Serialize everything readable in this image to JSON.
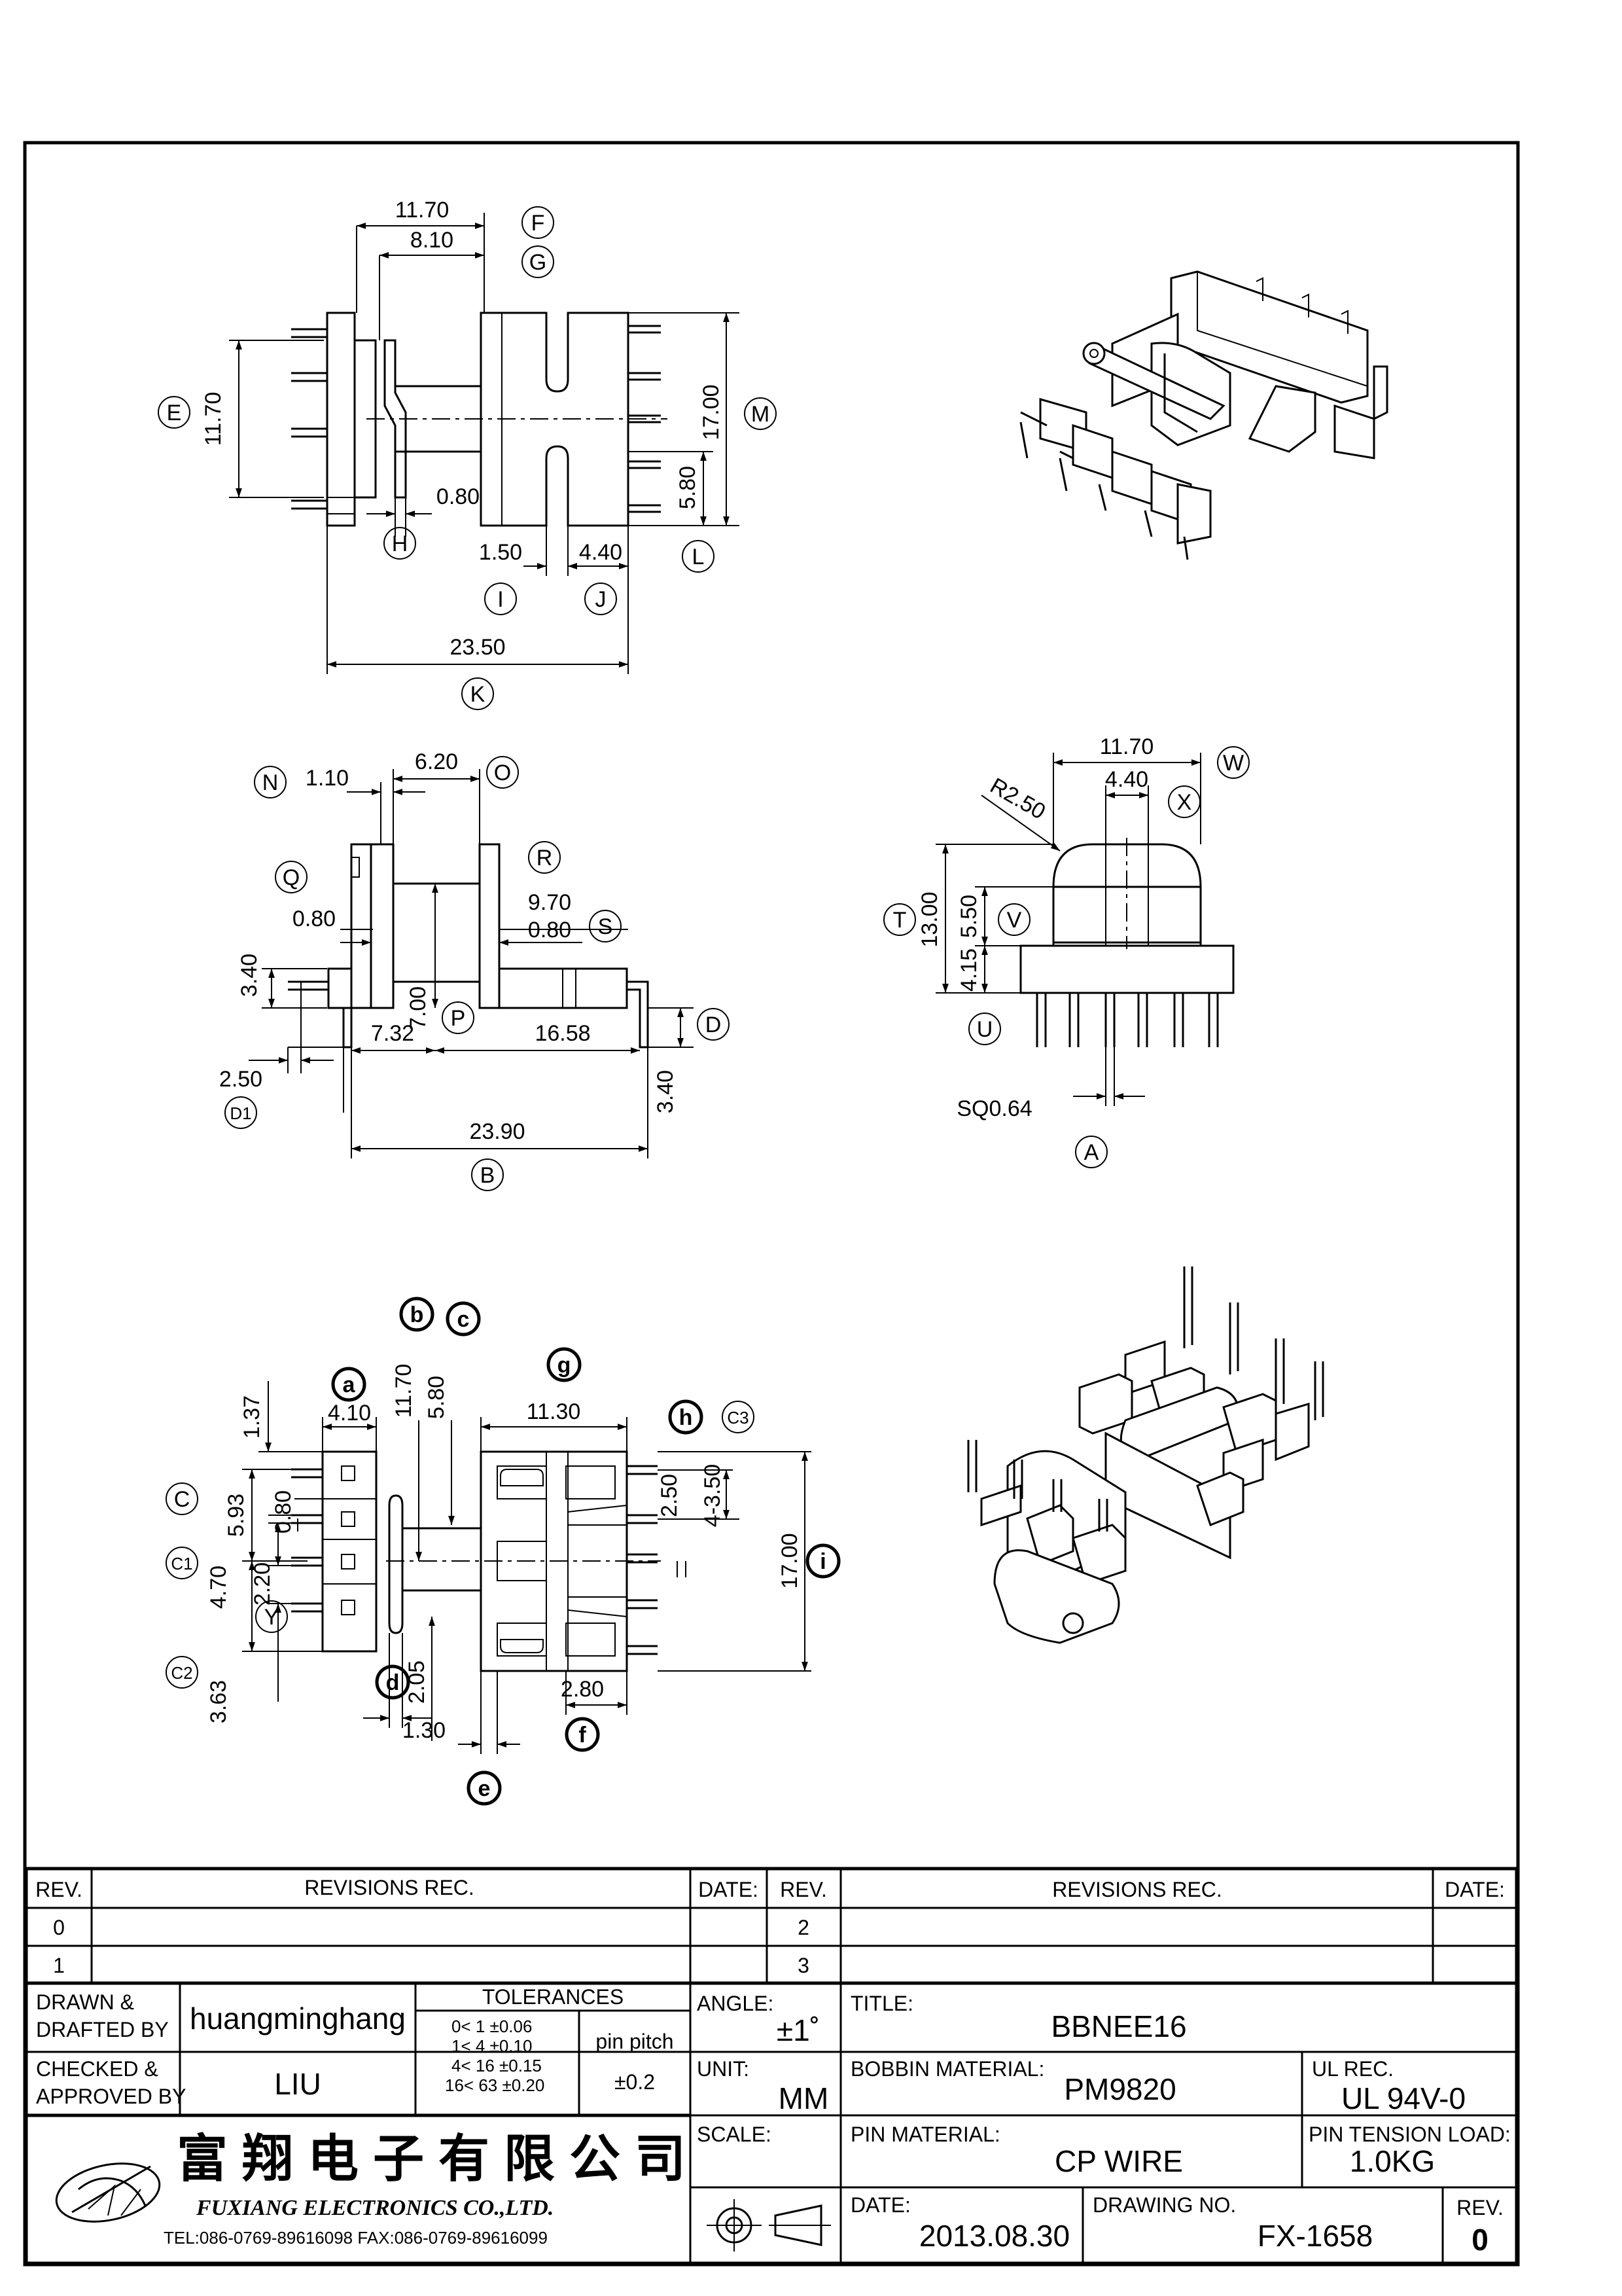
{
  "dimensions": {
    "top_view": {
      "w_11_70": "11.70",
      "w_8_10": "8.10",
      "h_11_70": "11.70",
      "h_17_00": "17.00",
      "d_0_80": "0.80",
      "d_5_80": "5.80",
      "d_1_50": "1.50",
      "d_4_40": "4.40",
      "w_23_50": "23.50"
    },
    "side_view": {
      "d_1_10": "1.10",
      "d_6_20": "6.20",
      "d_0_80a": "0.80",
      "d_9_70": "9.70",
      "d_0_80b": "0.80",
      "d_3_40a": "3.40",
      "d_7_00": "7.00",
      "d_2_50": "2.50",
      "d_7_32": "7.32",
      "d_16_58": "16.58",
      "d_3_40b": "3.40",
      "d_23_90": "23.90"
    },
    "end_view": {
      "d_11_70": "11.70",
      "d_4_40": "4.40",
      "r_2_50": "R2.50",
      "d_13_00": "13.00",
      "d_5_50": "5.50",
      "d_4_15": "4.15",
      "sq": "SQ0.64"
    },
    "bottom_view": {
      "d_1_37": "1.37",
      "d_4_10": "4.10",
      "d_11_70": "11.70",
      "d_5_80": "5.80",
      "d_11_30": "11.30",
      "d_5_93": "5.93",
      "d_0_80": "0.80",
      "d_2_20": "2.20",
      "d_4_70": "4.70",
      "d_3_63": "3.63",
      "d_2_50": "2.50",
      "d_4_3_50": "4-3.50",
      "d_17_00": "17.00",
      "d_2_05": "2.05",
      "d_2_80": "2.80",
      "d_1_30": "1.30"
    }
  },
  "labels": {
    "F": "F",
    "G": "G",
    "E": "E",
    "M": "M",
    "H": "H",
    "L": "L",
    "I": "I",
    "J": "J",
    "K": "K",
    "N": "N",
    "O": "O",
    "Q": "Q",
    "R": "R",
    "S": "S",
    "P": "P",
    "D": "D",
    "D1": "D1",
    "B": "B",
    "W": "W",
    "X": "X",
    "T": "T",
    "V": "V",
    "U": "U",
    "A": "A",
    "a": "a",
    "b": "b",
    "c": "c",
    "g": "g",
    "h": "h",
    "C3": "C3",
    "C": "C",
    "C1": "C1",
    "Y": "Y",
    "C2": "C2",
    "i": "i",
    "d": "d",
    "f": "f",
    "e": "e"
  },
  "title_block": {
    "rev_header": "REV.",
    "revisions_rec": "REVISIONS   REC.",
    "date_header": "DATE:",
    "rev_rows": [
      "0",
      "1"
    ],
    "rev_rows_right": [
      "2",
      "3"
    ],
    "drawn_label_1": "DRAWN  &",
    "drawn_label_2": "DRAFTED  BY",
    "drawn_by": "huangminghang",
    "checked_label_1": "CHECKED  &",
    "checked_label_2": "APPROVED  BY",
    "checked_by": "LIU",
    "tolerances_title": "TOLERANCES",
    "tolerances": [
      "0<   1    ±0.06",
      "1<   4    ±0.10",
      "4<   16  ±0.15",
      "16<   63  ±0.20"
    ],
    "pin_pitch_label": "pin pitch",
    "pin_pitch_value": "±0.2",
    "angle_label": "ANGLE:",
    "angle_value": "±1˚",
    "unit_label": "UNIT:",
    "unit_value": "MM",
    "scale_label": "SCALE:",
    "title_label": "TITLE:",
    "title_value": "BBNEE16",
    "bobbin_label": "BOBBIN  MATERIAL:",
    "bobbin_value": "PM9820",
    "ul_label": "UL  REC.",
    "ul_value": "UL  94V-0",
    "pin_material_label": "PIN  MATERIAL:",
    "pin_material_value": "CP  WIRE",
    "pin_tension_label": "PIN  TENSION  LOAD:",
    "pin_tension_value": "1.0KG",
    "date_label": "DATE:",
    "date_value": "2013.08.30",
    "drawing_no_label": "DRAWING  NO.",
    "drawing_no_value": "FX-1658",
    "rev_label": "REV.",
    "rev_value": "0",
    "company_cn": "富翔电子有限公司",
    "company_en": "FUXIANG  ELECTRONICS  CO.,LTD.",
    "contact": "TEL:086-0769-89616098   FAX:086-0769-89616099"
  }
}
